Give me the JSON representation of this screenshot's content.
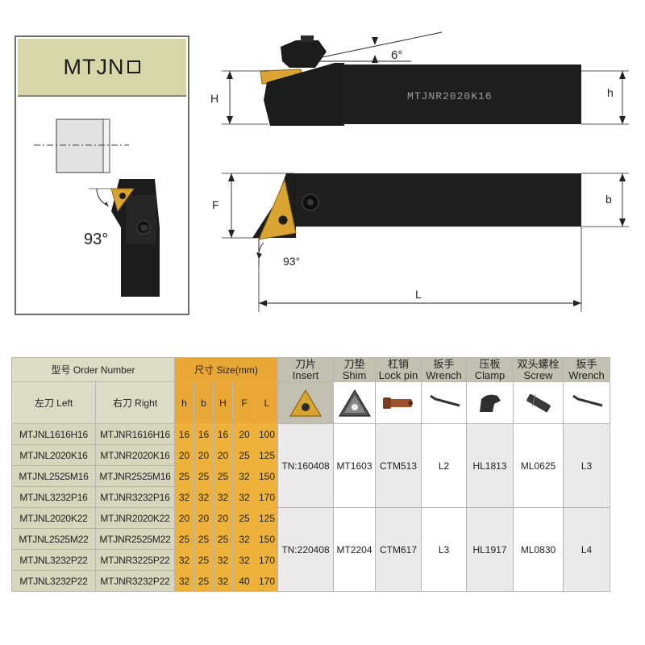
{
  "left_box": {
    "title": "MTJN"
  },
  "drawing": {
    "top_view": {
      "angle_label": "6°",
      "shank_marking": "MTJNR2020K16",
      "dim_H": "H",
      "dim_h": "h"
    },
    "side_view": {
      "dim_F": "F",
      "dim_b": "b",
      "dim_L": "L",
      "angle_label": "93°"
    },
    "detail_angle_label": "93°"
  },
  "table": {
    "header": {
      "order_number": "型号 Order Number",
      "size": "尺寸 Size(mm)",
      "left": "左刀 Left",
      "right": "右刀 Right",
      "size_cols": [
        "h",
        "b",
        "H",
        "F",
        "L"
      ],
      "accessories": [
        {
          "cn": "刀片",
          "en": "Insert",
          "icon": "triangle-insert-icon"
        },
        {
          "cn": "刀垫",
          "en": "Shim",
          "icon": "triangle-shim-icon"
        },
        {
          "cn": "杠销",
          "en": "Lock pin",
          "icon": "lock-pin-icon"
        },
        {
          "cn": "扳手",
          "en": "Wrench",
          "icon": "wrench-icon"
        },
        {
          "cn": "压板",
          "en": "Clamp",
          "icon": "clamp-icon"
        },
        {
          "cn": "双头螺栓",
          "en": "Screw",
          "icon": "screw-icon"
        },
        {
          "cn": "扳手",
          "en": "Wrench",
          "icon": "wrench-icon"
        }
      ]
    },
    "rows": [
      {
        "left": "MTJNL1616H16",
        "right": "MTJNR1616H16",
        "sizes": [
          "16",
          "16",
          "16",
          "20",
          "100"
        ]
      },
      {
        "left": "MTJNL2020K16",
        "right": "MTJNR2020K16",
        "sizes": [
          "20",
          "20",
          "20",
          "25",
          "125"
        ]
      },
      {
        "left": "MTJNL2525M16",
        "right": "MTJNR2525M16",
        "sizes": [
          "25",
          "25",
          "25",
          "32",
          "150"
        ]
      },
      {
        "left": "MTJNL3232P16",
        "right": "MTJNR3232P16",
        "sizes": [
          "32",
          "32",
          "32",
          "32",
          "170"
        ]
      },
      {
        "left": "MTJNL2020K22",
        "right": "MTJNR2020K22",
        "sizes": [
          "20",
          "20",
          "20",
          "25",
          "125"
        ]
      },
      {
        "left": "MTJNL2525M22",
        "right": "MTJNR2525M22",
        "sizes": [
          "25",
          "25",
          "25",
          "32",
          "150"
        ]
      },
      {
        "left": "MTJNL3232P22",
        "right": "MTJNR3225P22",
        "sizes": [
          "32",
          "25",
          "32",
          "32",
          "170"
        ]
      },
      {
        "left": "MTJNL3232P22",
        "right": "MTJNR3232P22",
        "sizes": [
          "32",
          "25",
          "32",
          "40",
          "170"
        ]
      }
    ],
    "groups": [
      {
        "insert": "TN:160408",
        "shim": "MT1603",
        "lock_pin": "CTM513",
        "wrench": "L2",
        "clamp": "HL1813",
        "screw": "ML0625",
        "wrench2": "L3"
      },
      {
        "insert": "TN:220408",
        "shim": "MT2204",
        "lock_pin": "CTM617",
        "wrench": "L3",
        "clamp": "HL1917",
        "screw": "ML0830",
        "wrench2": "L4"
      }
    ]
  },
  "colors": {
    "header_gray": "#dcdcc6",
    "size_orange": "#eeb23a",
    "tool_black": "#1c1c1c",
    "insert_gold": "#d9a431"
  }
}
